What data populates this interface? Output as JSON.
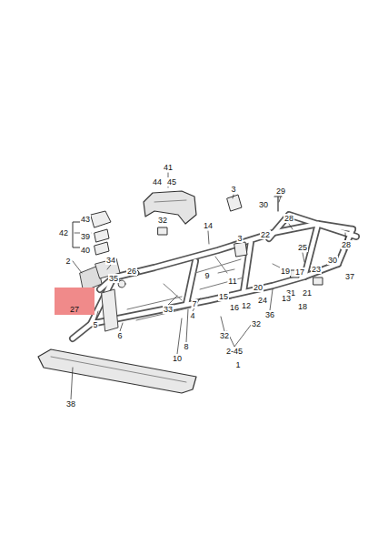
{
  "diagram": {
    "nodes": [
      {
        "text": [
          "27"
        ]
      }
    ],
    "labels": [
      "41",
      "44",
      "45",
      "3",
      "29",
      "30",
      "28",
      "43",
      "42",
      "39",
      "40",
      "32",
      "14",
      "22",
      "3",
      "25",
      "28",
      "2",
      "34",
      "19",
      "17",
      "23",
      "30",
      "37",
      "35",
      "26",
      "9",
      "11",
      "20",
      "21",
      "15",
      "31",
      "7",
      "16",
      "12",
      "24",
      "13",
      "18",
      "36",
      "32",
      "33",
      "4",
      "5",
      "6",
      "8",
      "10",
      "32",
      "2-45",
      "1",
      "38"
    ]
  }
}
